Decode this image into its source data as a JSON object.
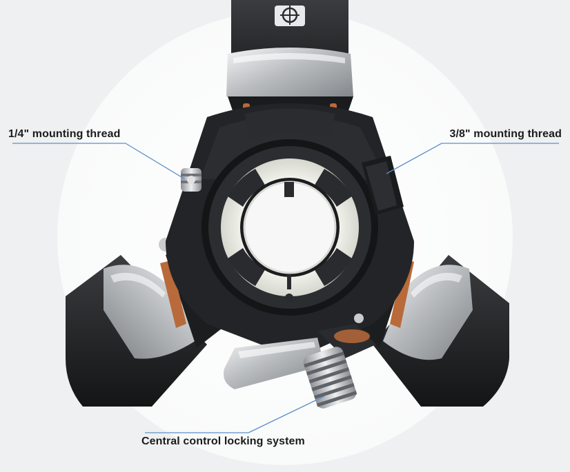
{
  "annotations": {
    "quarter_inch_thread": "1/4\" mounting thread",
    "three_eighths_thread": "3/8\" mounting thread",
    "central_lock": "Central control locking system"
  },
  "colors": {
    "background": "#eef0f1",
    "circle": "#ffffff",
    "leader_line": "#5b8fc7",
    "body": "#1f2022",
    "silver": "#c9cbcd",
    "copper": "#b86a3a",
    "ring": "#e9eae4"
  }
}
